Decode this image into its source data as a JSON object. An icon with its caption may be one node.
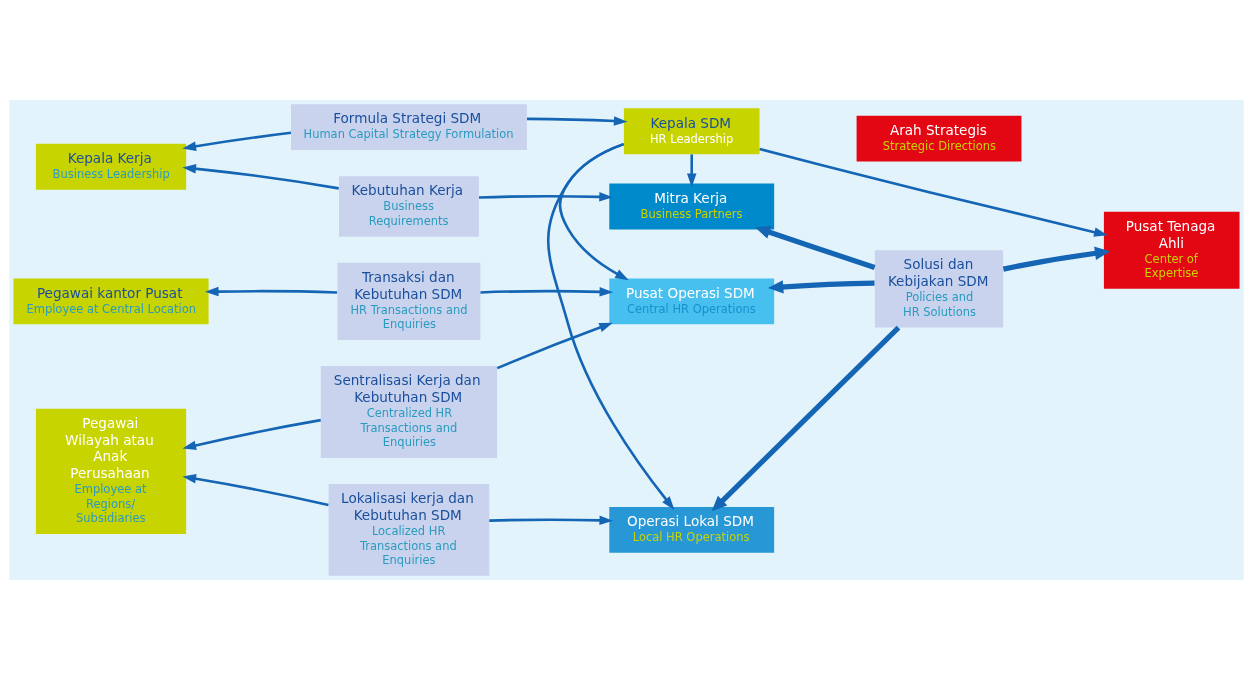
{
  "diagram": {
    "nodes": [
      {
        "text": [
          "Kepala Kerja",
          "Business Leadership"
        ]
      },
      {
        "text": [
          "Pegawai kantor Pusat",
          "Employee at Central Location"
        ]
      },
      {
        "text": [
          "Pegawai Wilayah atau Anak Perusahaan",
          "Employee at Regions/ Subsidiaries"
        ]
      },
      {
        "text": [
          "Formula Strategi SDM",
          "Human Capital Strategy Formulation"
        ]
      },
      {
        "text": [
          "Kepala SDM",
          "HR Leadership"
        ]
      },
      {
        "text": [
          "Arah Strategis",
          "Strategic Directions"
        ]
      },
      {
        "text": [
          "Kebutuhan Kerja",
          "Business Requirements"
        ]
      },
      {
        "text": [
          "Mitra Kerja",
          "Business Partners"
        ]
      },
      {
        "text": [
          "Transaksi dan Kebutuhan SDM",
          "HR Transactions and Enquiries"
        ]
      },
      {
        "text": [
          "Pusat Operasi SDM",
          "Central HR Operations"
        ]
      },
      {
        "text": [
          "Sentralisasi Kerja dan Kebutuhan SDM",
          "Centralized HR Transactions and Enquiries"
        ]
      },
      {
        "text": [
          "Operasi Lokal SDM",
          "Local HR Operations"
        ]
      },
      {
        "text": [
          "Lokalisasi kerja dan Kebutuhan SDM",
          "Localized HR Transactions and Enquiries"
        ]
      },
      {
        "text": [
          "Solusi dan Kebijakan SDM",
          "Policies and HR Solutions"
        ]
      },
      {
        "text": [
          "Pusat Tenaga Ahli",
          "Center of Expertise"
        ]
      }
    ],
    "edges": [
      {
        "from": 3,
        "to": 0,
        "arrow": "to"
      },
      {
        "from": 3,
        "to": 4,
        "arrow": "to"
      },
      {
        "from": 6,
        "to": 0,
        "arrow": "to"
      },
      {
        "from": 6,
        "to": 7,
        "arrow": "to"
      },
      {
        "from": 8,
        "to": 1,
        "arrow": "to"
      },
      {
        "from": 8,
        "to": 9,
        "arrow": "to"
      },
      {
        "from": 10,
        "to": 2,
        "arrow": "to"
      },
      {
        "from": 10,
        "to": 9,
        "arrow": "to"
      },
      {
        "from": 12,
        "to": 2,
        "arrow": "to"
      },
      {
        "from": 12,
        "to": 11,
        "arrow": "to"
      },
      {
        "from": 4,
        "to": 7,
        "arrow": "to"
      },
      {
        "from": 4,
        "to": 9,
        "arrow": "to"
      },
      {
        "from": 4,
        "to": 11,
        "arrow": "to"
      },
      {
        "from": 4,
        "to": 14,
        "arrow": "to"
      },
      {
        "from": 13,
        "to": 7,
        "arrow": "to",
        "style": "thick"
      },
      {
        "from": 13,
        "to": 9,
        "arrow": "to",
        "style": "thick"
      },
      {
        "from": 13,
        "to": 11,
        "arrow": "to",
        "style": "thick"
      },
      {
        "from": 13,
        "to": 14,
        "arrow": "to",
        "style": "thick"
      }
    ]
  }
}
